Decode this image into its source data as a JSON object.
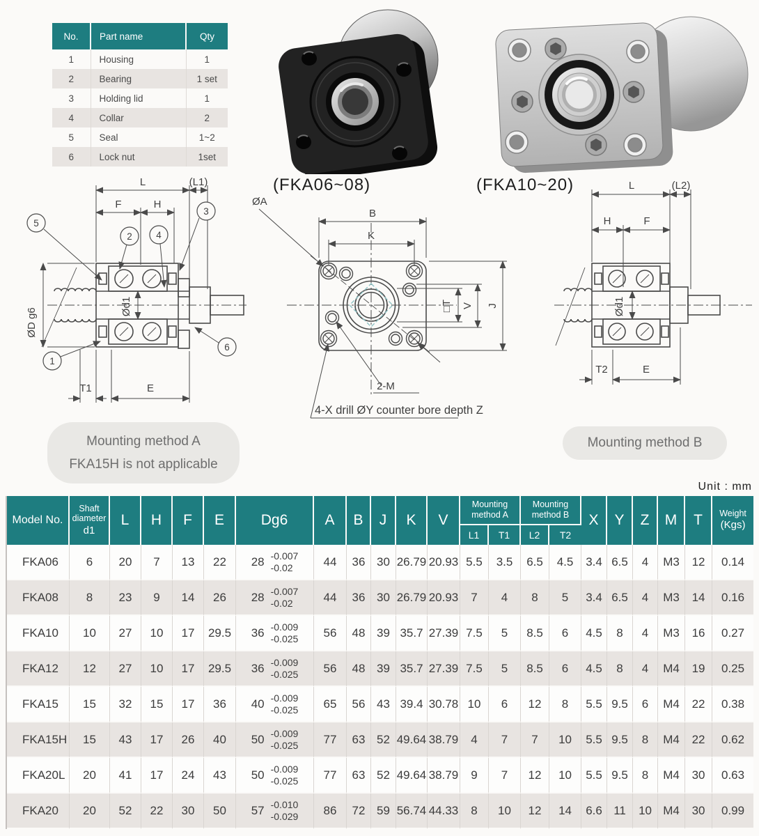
{
  "parts_table": {
    "headers": [
      "No.",
      "Part name",
      "Qty"
    ],
    "rows": [
      [
        "1",
        "Housing",
        "1"
      ],
      [
        "2",
        "Bearing",
        "1 set"
      ],
      [
        "3",
        "Holding lid",
        "1"
      ],
      [
        "4",
        "Collar",
        "2"
      ],
      [
        "5",
        "Seal",
        "1~2"
      ],
      [
        "6",
        "Lock nut",
        "1set"
      ]
    ]
  },
  "products": {
    "black_label": "(FKA06~08)",
    "silver_label": "(FKA10~20)"
  },
  "drawing_a": {
    "dim_L": "L",
    "dim_L1": "(L1)",
    "dim_F": "F",
    "dim_H": "H",
    "dim_OD": "ØD g6",
    "dim_Od1": "Ød1",
    "dim_T1": "T1",
    "dim_E": "E",
    "balloons": [
      "1",
      "2",
      "3",
      "4",
      "5",
      "6"
    ]
  },
  "drawing_front": {
    "dim_OA": "ØA",
    "dim_B": "B",
    "dim_K": "K",
    "dim_T": "□T",
    "dim_V": "V",
    "dim_J": "J",
    "dim_2M": "2-M",
    "note": "4-X drill ØY counter bore depth Z"
  },
  "drawing_b": {
    "dim_L": "L",
    "dim_L2": "(L2)",
    "dim_H": "H",
    "dim_F": "F",
    "dim_Od1": "Ød1",
    "dim_T2": "T2",
    "dim_E": "E"
  },
  "callouts": {
    "method_a_line1": "Mounting method A",
    "method_a_line2": "FKA15H is not applicable",
    "method_b": "Mounting method B"
  },
  "spec_table": {
    "unit": "Unit : mm",
    "header": {
      "model": "Model No.",
      "shaft1": "Shaft",
      "shaft2": "diameter",
      "shaft3": "d1",
      "L": "L",
      "H": "H",
      "F": "F",
      "E": "E",
      "dg6": "Dg6",
      "A": "A",
      "B": "B",
      "J": "J",
      "K": "K",
      "V": "V",
      "ma1": "Mounting",
      "ma2": "method A",
      "mb1": "Mounting",
      "mb2": "method B",
      "L1": "L1",
      "T1": "T1",
      "L2": "L2",
      "T2": "T2",
      "X": "X",
      "Y": "Y",
      "Z": "Z",
      "M": "M",
      "T": "T",
      "w1": "Weight",
      "w2": "(Kgs)"
    },
    "col_keys": [
      "model",
      "d1",
      "L",
      "H",
      "F",
      "E",
      "Dg6",
      "A",
      "B",
      "J",
      "K",
      "V",
      "L1",
      "T1",
      "L2",
      "T2",
      "X",
      "Y",
      "Z",
      "M",
      "T",
      "weight"
    ],
    "rows": [
      [
        "FKA06",
        "6",
        "20",
        "7",
        "13",
        "22",
        [
          "28",
          "-0.007",
          "-0.02"
        ],
        "44",
        "36",
        "30",
        "26.79",
        "20.93",
        "5.5",
        "3.5",
        "6.5",
        "4.5",
        "3.4",
        "6.5",
        "4",
        "M3",
        "12",
        "0.14"
      ],
      [
        "FKA08",
        "8",
        "23",
        "9",
        "14",
        "26",
        [
          "28",
          "-0.007",
          "-0.02"
        ],
        "44",
        "36",
        "30",
        "26.79",
        "20.93",
        "7",
        "4",
        "8",
        "5",
        "3.4",
        "6.5",
        "4",
        "M3",
        "14",
        "0.16"
      ],
      [
        "FKA10",
        "10",
        "27",
        "10",
        "17",
        "29.5",
        [
          "36",
          "-0.009",
          "-0.025"
        ],
        "56",
        "48",
        "39",
        "35.7",
        "27.39",
        "7.5",
        "5",
        "8.5",
        "6",
        "4.5",
        "8",
        "4",
        "M3",
        "16",
        "0.27"
      ],
      [
        "FKA12",
        "12",
        "27",
        "10",
        "17",
        "29.5",
        [
          "36",
          "-0.009",
          "-0.025"
        ],
        "56",
        "48",
        "39",
        "35.7",
        "27.39",
        "7.5",
        "5",
        "8.5",
        "6",
        "4.5",
        "8",
        "4",
        "M4",
        "19",
        "0.25"
      ],
      [
        "FKA15",
        "15",
        "32",
        "15",
        "17",
        "36",
        [
          "40",
          "-0.009",
          "-0.025"
        ],
        "65",
        "56",
        "43",
        "39.4",
        "30.78",
        "10",
        "6",
        "12",
        "8",
        "5.5",
        "9.5",
        "6",
        "M4",
        "22",
        "0.38"
      ],
      [
        "FKA15H",
        "15",
        "43",
        "17",
        "26",
        "40",
        [
          "50",
          "-0.009",
          "-0.025"
        ],
        "77",
        "63",
        "52",
        "49.64",
        "38.79",
        "4",
        "7",
        "7",
        "10",
        "5.5",
        "9.5",
        "8",
        "M4",
        "22",
        "0.62"
      ],
      [
        "FKA20L",
        "20",
        "41",
        "17",
        "24",
        "43",
        [
          "50",
          "-0.009",
          "-0.025"
        ],
        "77",
        "63",
        "52",
        "49.64",
        "38.79",
        "9",
        "7",
        "12",
        "10",
        "5.5",
        "9.5",
        "8",
        "M4",
        "30",
        "0.63"
      ],
      [
        "FKA20",
        "20",
        "52",
        "22",
        "30",
        "50",
        [
          "57",
          "-0.010",
          "-0.029"
        ],
        "86",
        "72",
        "59",
        "56.74",
        "44.33",
        "8",
        "10",
        "12",
        "14",
        "6.6",
        "11",
        "10",
        "M4",
        "30",
        "0.99"
      ]
    ]
  }
}
